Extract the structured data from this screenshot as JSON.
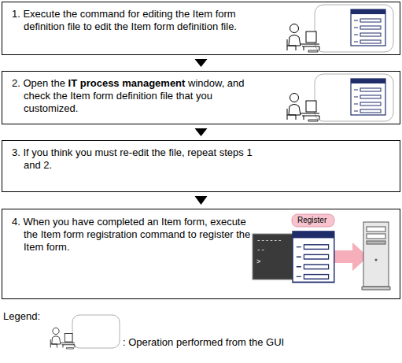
{
  "diagram": {
    "nodes": [
      {
        "text": [
          "1. Execute the command for editing the Item form definition file to edit the Item form definition file."
        ]
      },
      {
        "text": [
          "2. Open the IT process management window, and check the Item form definition file that you customized."
        ]
      },
      {
        "text": [
          "3. If you think you must re-edit the file, repeat steps 1 and 2."
        ]
      },
      {
        "text": [
          "4. When you have completed an Item form, execute the Item form registration command to register the Item form."
        ]
      }
    ],
    "edges": [
      {
        "from": 0,
        "to": 1,
        "arrow": "to"
      },
      {
        "from": 1,
        "to": 2,
        "arrow": "to"
      },
      {
        "from": 2,
        "to": 3,
        "arrow": "to"
      }
    ],
    "labels": [
      "Register",
      "------",
      "--",
      ">",
      "Legend:"
    ],
    "legend": [
      {
        "text": ": Operation performed from the GUI"
      }
    ]
  }
}
